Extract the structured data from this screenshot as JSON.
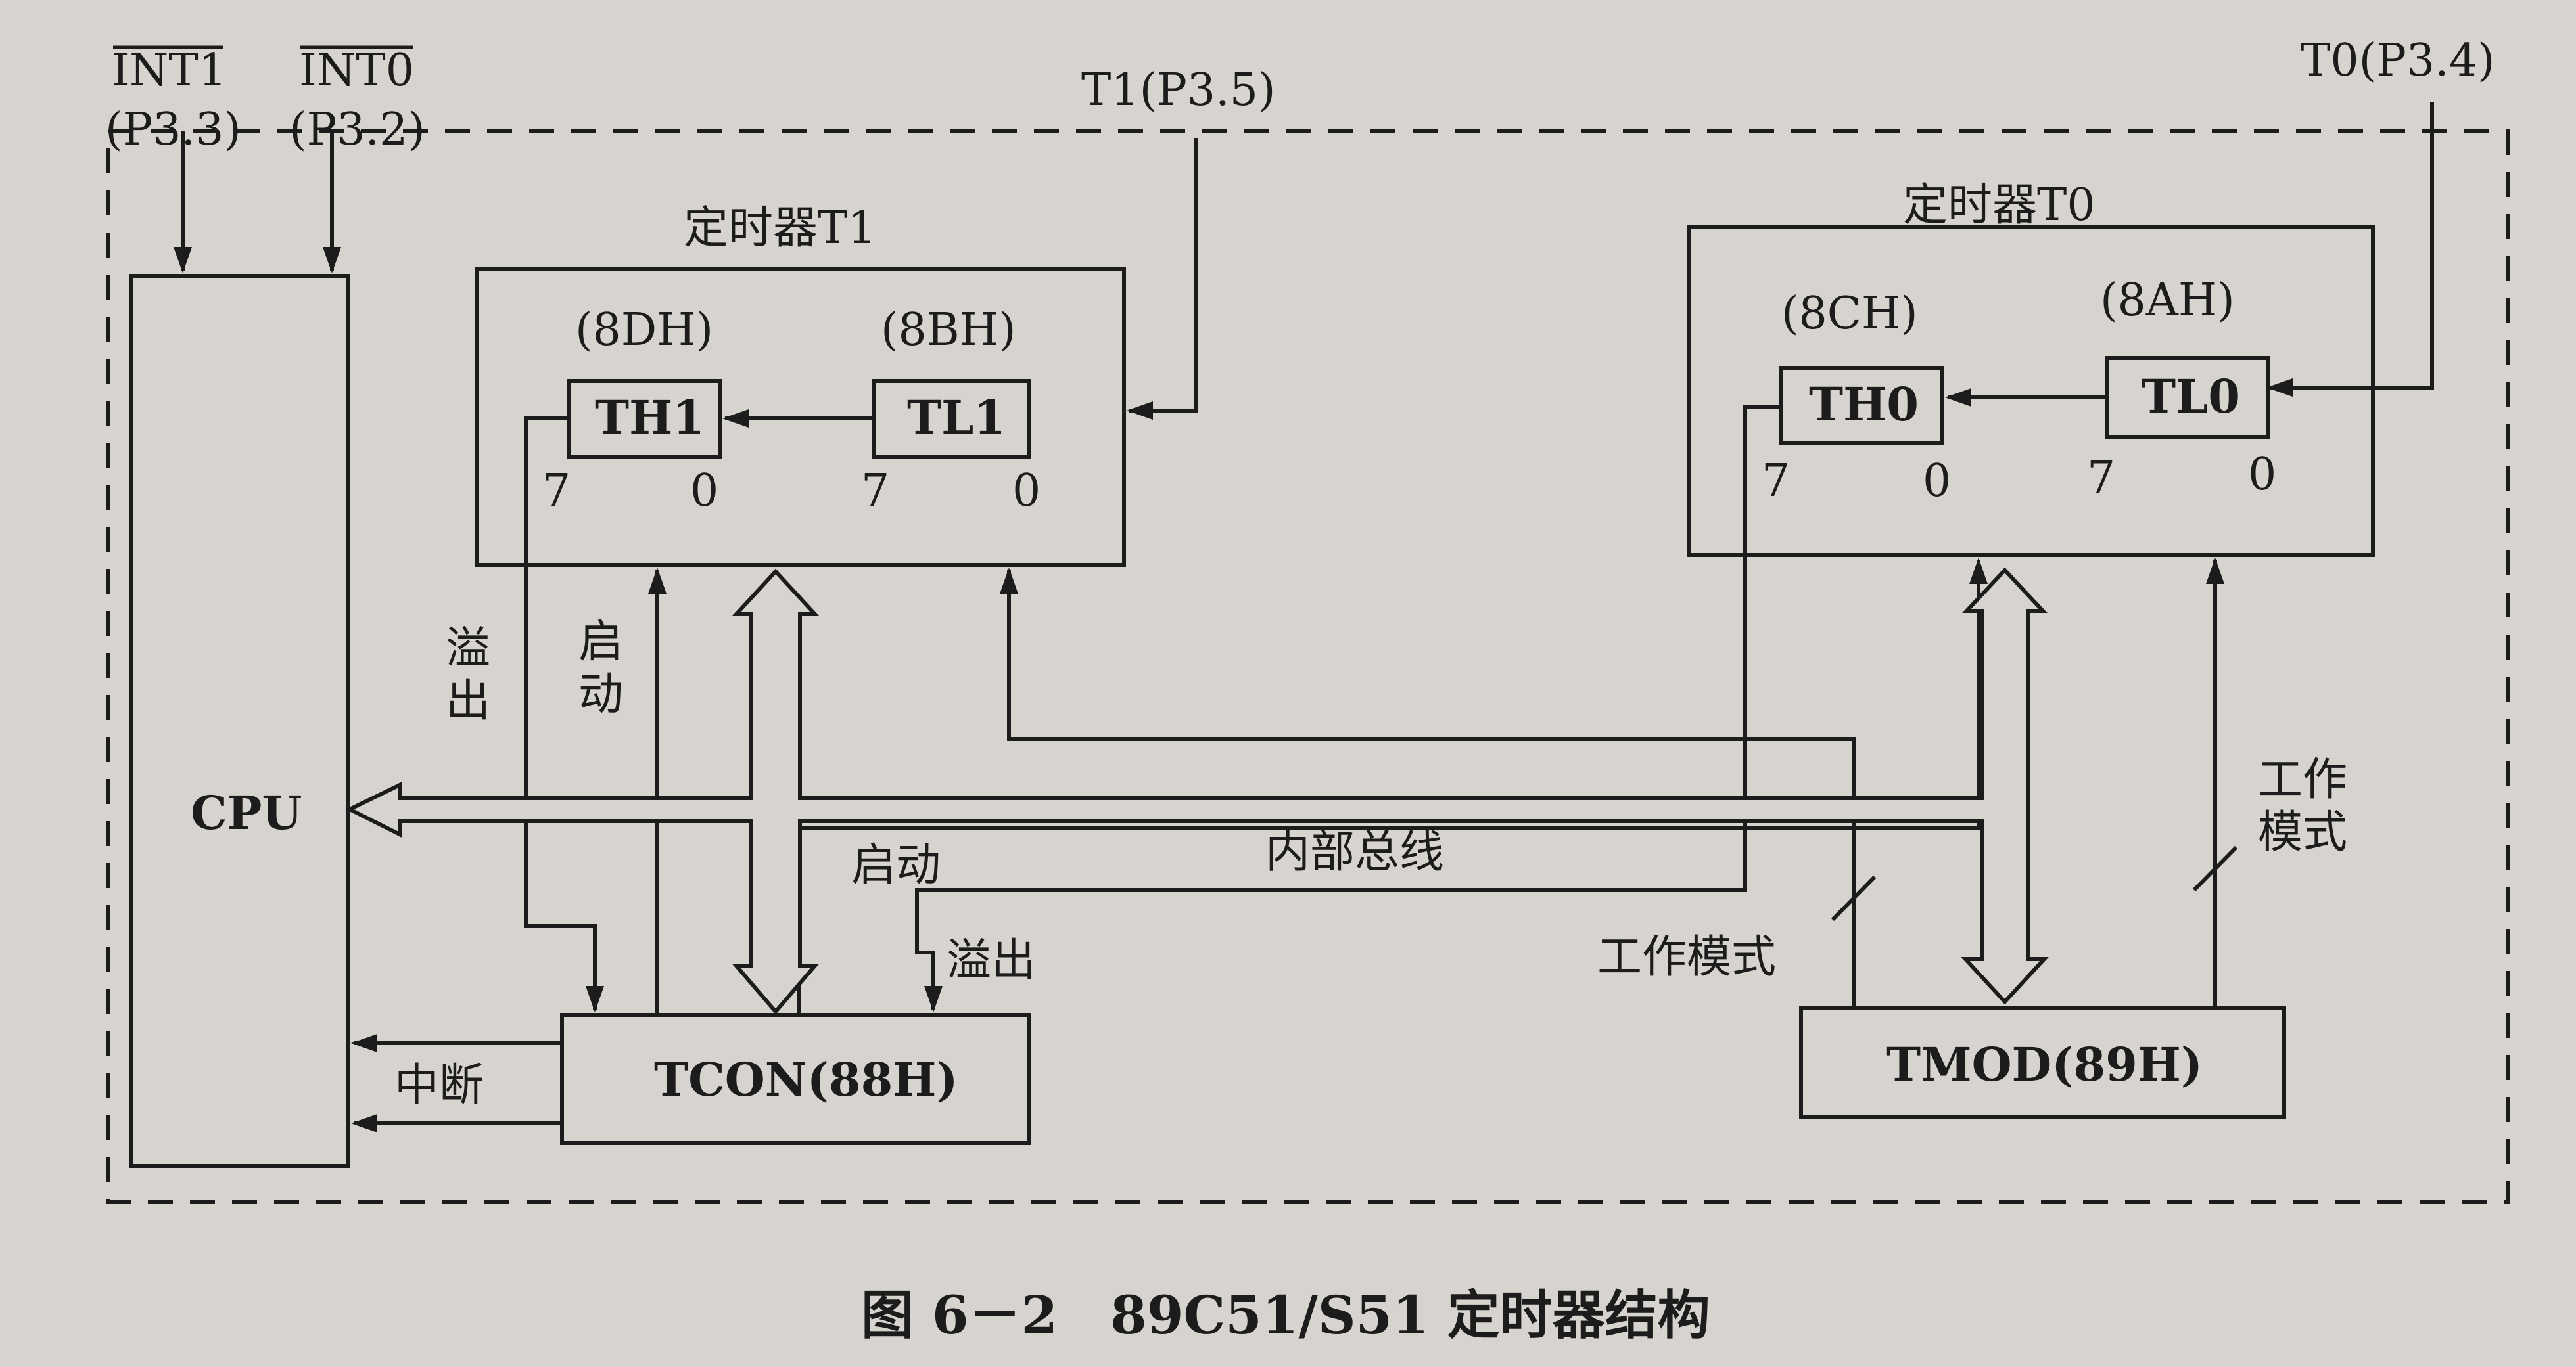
{
  "diagram": {
    "pins": {
      "int1": "INT1",
      "int1_port": "(P3.3)",
      "int0": "INT0",
      "int0_port": "(P3.2)",
      "t1": "T1(P3.5)",
      "t0": "T0(P3.4)"
    },
    "timer1": {
      "title": "定时器T1",
      "th_addr": "(8DH)",
      "tl_addr": "(8BH)",
      "th": "TH1",
      "tl": "TL1",
      "th_hi": "7",
      "th_lo": "0",
      "tl_hi": "7",
      "tl_lo": "0"
    },
    "timer0": {
      "title": "定时器T0",
      "th_addr": "(8CH)",
      "tl_addr": "(8AH)",
      "th": "TH0",
      "tl": "TL0",
      "th_hi": "7",
      "th_lo": "0",
      "tl_hi": "7",
      "tl_lo": "0"
    },
    "cpu": "CPU",
    "tcon": "TCON(88H)",
    "tmod": "TMOD(89H)",
    "labels": {
      "overflow_v": [
        "溢",
        "出"
      ],
      "start_v": [
        "启",
        "动"
      ],
      "start": "启动",
      "overflow": "溢出",
      "internal_bus": "内部总线",
      "work_mode": "工作模式",
      "work_mode_v": [
        "工作",
        "模式"
      ],
      "interrupt": "中断"
    },
    "caption": "图 6－2　89C51/S51 定时器结构"
  },
  "colors": {
    "paper": "#d7d3ce",
    "ink": "#1c1c1c"
  }
}
